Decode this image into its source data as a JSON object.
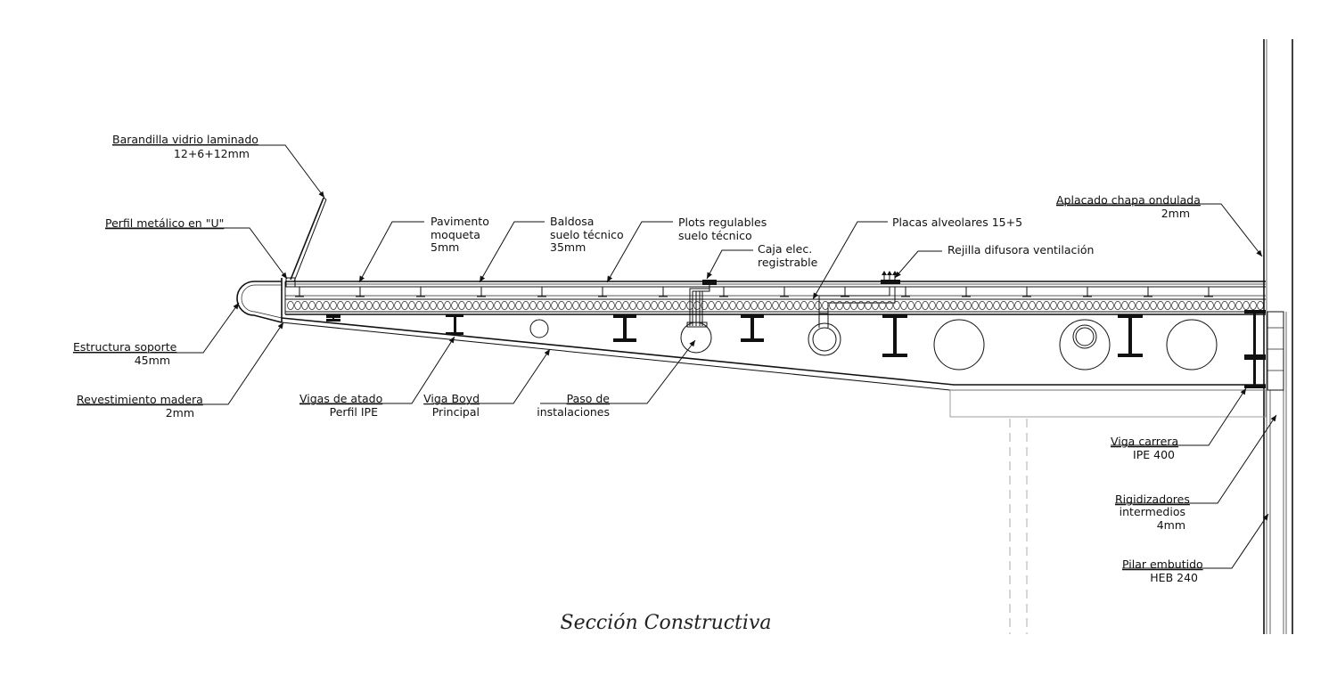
{
  "title": "Sección Constructiva",
  "labels": {
    "barandilla": {
      "line1": "Barandilla vidrio laminado",
      "line2": "12+6+12mm"
    },
    "perfil_u": {
      "line1": "Perfil metálico en \"U\""
    },
    "estructura": {
      "line1": "Estructura soporte",
      "line2": "45mm"
    },
    "revestimiento": {
      "line1": "Revestimiento madera",
      "line2": "2mm"
    },
    "pavimento": {
      "line1": "Pavimento",
      "line2": "moqueta",
      "line3": "5mm"
    },
    "baldosa": {
      "line1": "Baldosa",
      "line2": "suelo técnico",
      "line3": "35mm"
    },
    "plots": {
      "line1": "Plots regulables",
      "line2": "suelo técnico"
    },
    "caja": {
      "line1": "Caja elec.",
      "line2": "registrable"
    },
    "placas": {
      "line1": "Placas alveolares 15+5"
    },
    "rejilla": {
      "line1": "Rejilla difusora ventilación"
    },
    "aplacado": {
      "line1": "Aplacado chapa ondulada",
      "line2": "2mm"
    },
    "vigas_atado": {
      "line1": "Vigas de atado",
      "line2": "Perfil IPE"
    },
    "viga_boyd": {
      "line1": "Viga Boyd",
      "line2": "Principal"
    },
    "paso": {
      "line1": "Paso de",
      "line2": "instalaciones"
    },
    "viga_carrera": {
      "line1": "Viga carrera",
      "line2": "IPE 400"
    },
    "rigidizadores": {
      "line1": "Rigidizadores",
      "line2": "intermedios",
      "line3": "4mm"
    },
    "pilar": {
      "line1": "Pilar embutido",
      "line2": "HEB 240"
    }
  }
}
